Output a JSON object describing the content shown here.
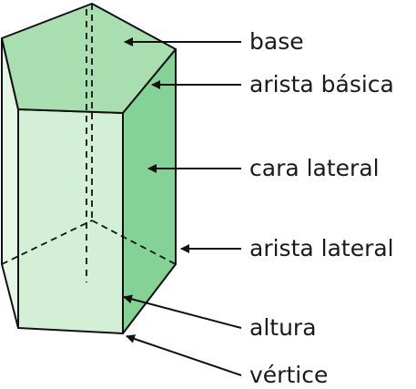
{
  "diagram": {
    "labels": {
      "base": "base",
      "arista_basica": "arista básica",
      "cara_lateral": "cara lateral",
      "arista_lateral": "arista lateral",
      "altura": "altura",
      "vertice": "vértice"
    },
    "colors": {
      "top_face": "#a9dfb0",
      "front_face": "#d3efd6",
      "left_face": "#e4f6e6",
      "right_face": "#84d296",
      "edge": "#111111",
      "text": "#1a1a1a"
    }
  }
}
